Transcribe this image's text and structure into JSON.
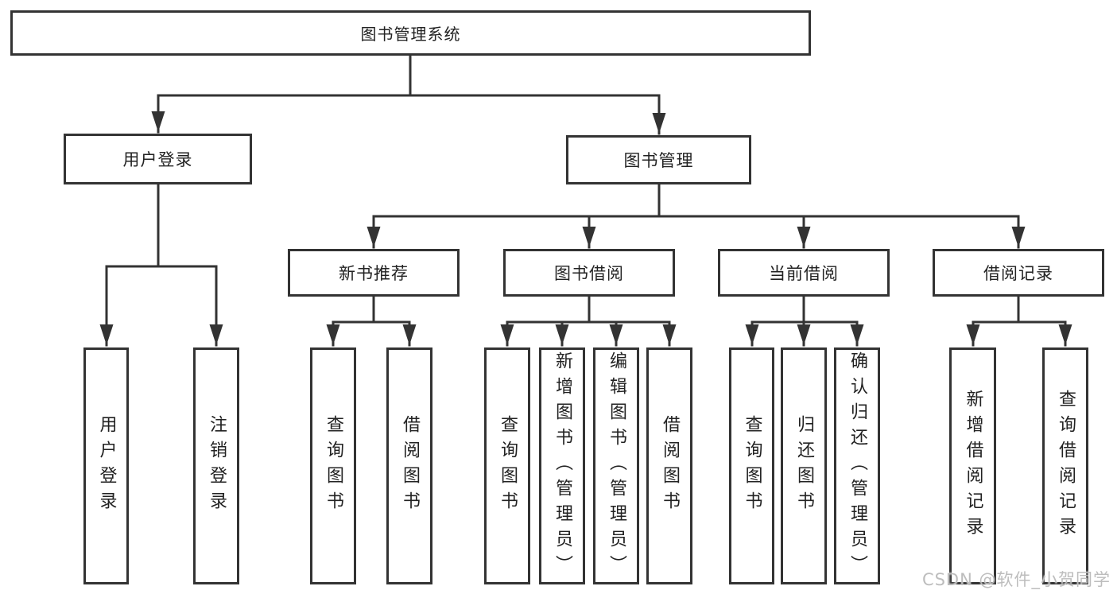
{
  "nodes": {
    "root": "图书管理系统",
    "user_login": "用户登录",
    "book_mgmt": "图书管理",
    "new_book": "新书推荐",
    "book_borrow": "图书借阅",
    "current_borrow": "当前借阅",
    "borrow_record": "借阅记录",
    "ul_children": [
      "用户登录",
      "注销登录"
    ],
    "nb_children": [
      "查询图书",
      "借阅图书"
    ],
    "bb_children": [
      "查询图书",
      "新增图书（管理员）",
      "编辑图书（管理员）",
      "借阅图书"
    ],
    "cb_children": [
      "查询图书",
      "归还图书",
      "确认归还（管理员）"
    ],
    "br_children": [
      "新增借阅记录",
      "查询借阅记录"
    ]
  },
  "watermark": "CSDN @软件_小贺同学",
  "colors": {
    "line": "#333333",
    "box_border": "#333333",
    "text": "#222222",
    "watermark": "#b9b9b9",
    "background": "#ffffff"
  }
}
